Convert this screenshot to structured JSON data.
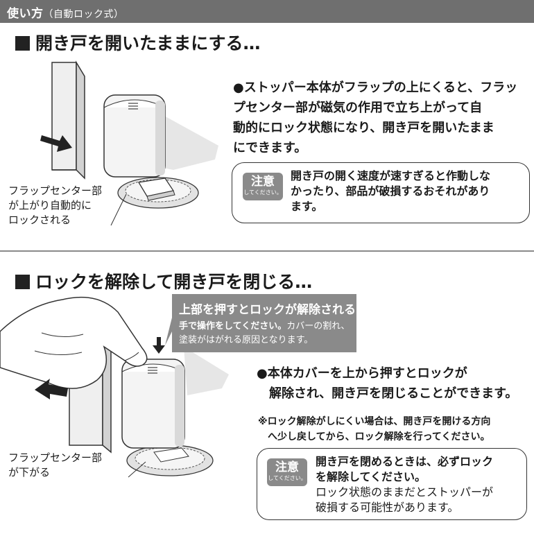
{
  "header": {
    "title": "使い方",
    "subtitle": "（自動ロック式）"
  },
  "section1": {
    "title": "開き戸を開いたままにする…",
    "description_lines": [
      "●ストッパー本体がフラップの上にくると、フラッ",
      "プセンター部が磁気の作用で立ち上がって自",
      "動的にロック状態になり、開き戸を開いたまま",
      "にできます。"
    ],
    "caution": {
      "badge_big": "注意",
      "badge_small": "してください。",
      "lines": [
        "開き戸の開く速度が速すぎると作動しな",
        "かったり、部品が破損するおそれがあり",
        "ます。"
      ]
    },
    "label_lines": [
      "フラップセンター部",
      "が上がり自動的に",
      "ロックされる"
    ]
  },
  "section2": {
    "title": "ロックを解除して開き戸を閉じる…",
    "callout": {
      "title": "上部を押すとロックが解除される",
      "body_em": "手で操作をしてください。",
      "body_rest": "カバーの割れ、塗装がはがれる原因となります。"
    },
    "description_lines": [
      "●本体カバーを上から押すとロックが",
      "　解除され、開き戸を閉じることができます。"
    ],
    "note_lines": [
      "※ロック解除がしにくい場合は、開き戸を開ける方向",
      "　へ少し戻してから、ロック解除を行ってください。"
    ],
    "caution": {
      "badge_big": "注意",
      "badge_small": "してください。",
      "bold_lines": [
        "開き戸を閉めるときは、必ずロック",
        "を解除してください。"
      ],
      "normal_lines": [
        "ロック状態のままだとストッパーが",
        "破損する可能性があります。"
      ]
    },
    "label_lines": [
      "フラップセンター部",
      "が下がる"
    ]
  }
}
